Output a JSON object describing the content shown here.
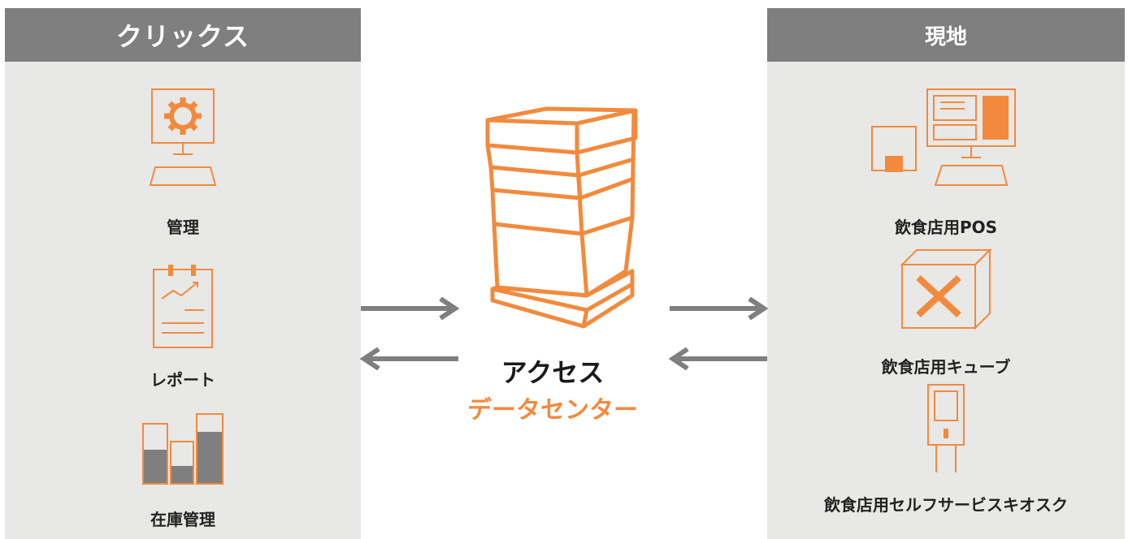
{
  "accent_color": "#f28a3d",
  "gray_color": "#7f7f80",
  "left_panel": {
    "title": "クリックス",
    "items": [
      {
        "label": "管理",
        "icon": "monitor-gear-icon"
      },
      {
        "label": "レポート",
        "icon": "report-chart-icon"
      },
      {
        "label": "在庫管理",
        "icon": "inventory-bars-icon"
      }
    ]
  },
  "center": {
    "title": "アクセス",
    "subtitle": "データセンター",
    "icon": "server-icon"
  },
  "right_panel": {
    "title": "現地",
    "items": [
      {
        "label": "飲食店用POS",
        "icon": "pos-terminal-icon"
      },
      {
        "label": "飲食店用キューブ",
        "icon": "cube-icon"
      },
      {
        "label": "飲食店用セルフサービスキオスク",
        "icon": "kiosk-icon"
      }
    ]
  }
}
